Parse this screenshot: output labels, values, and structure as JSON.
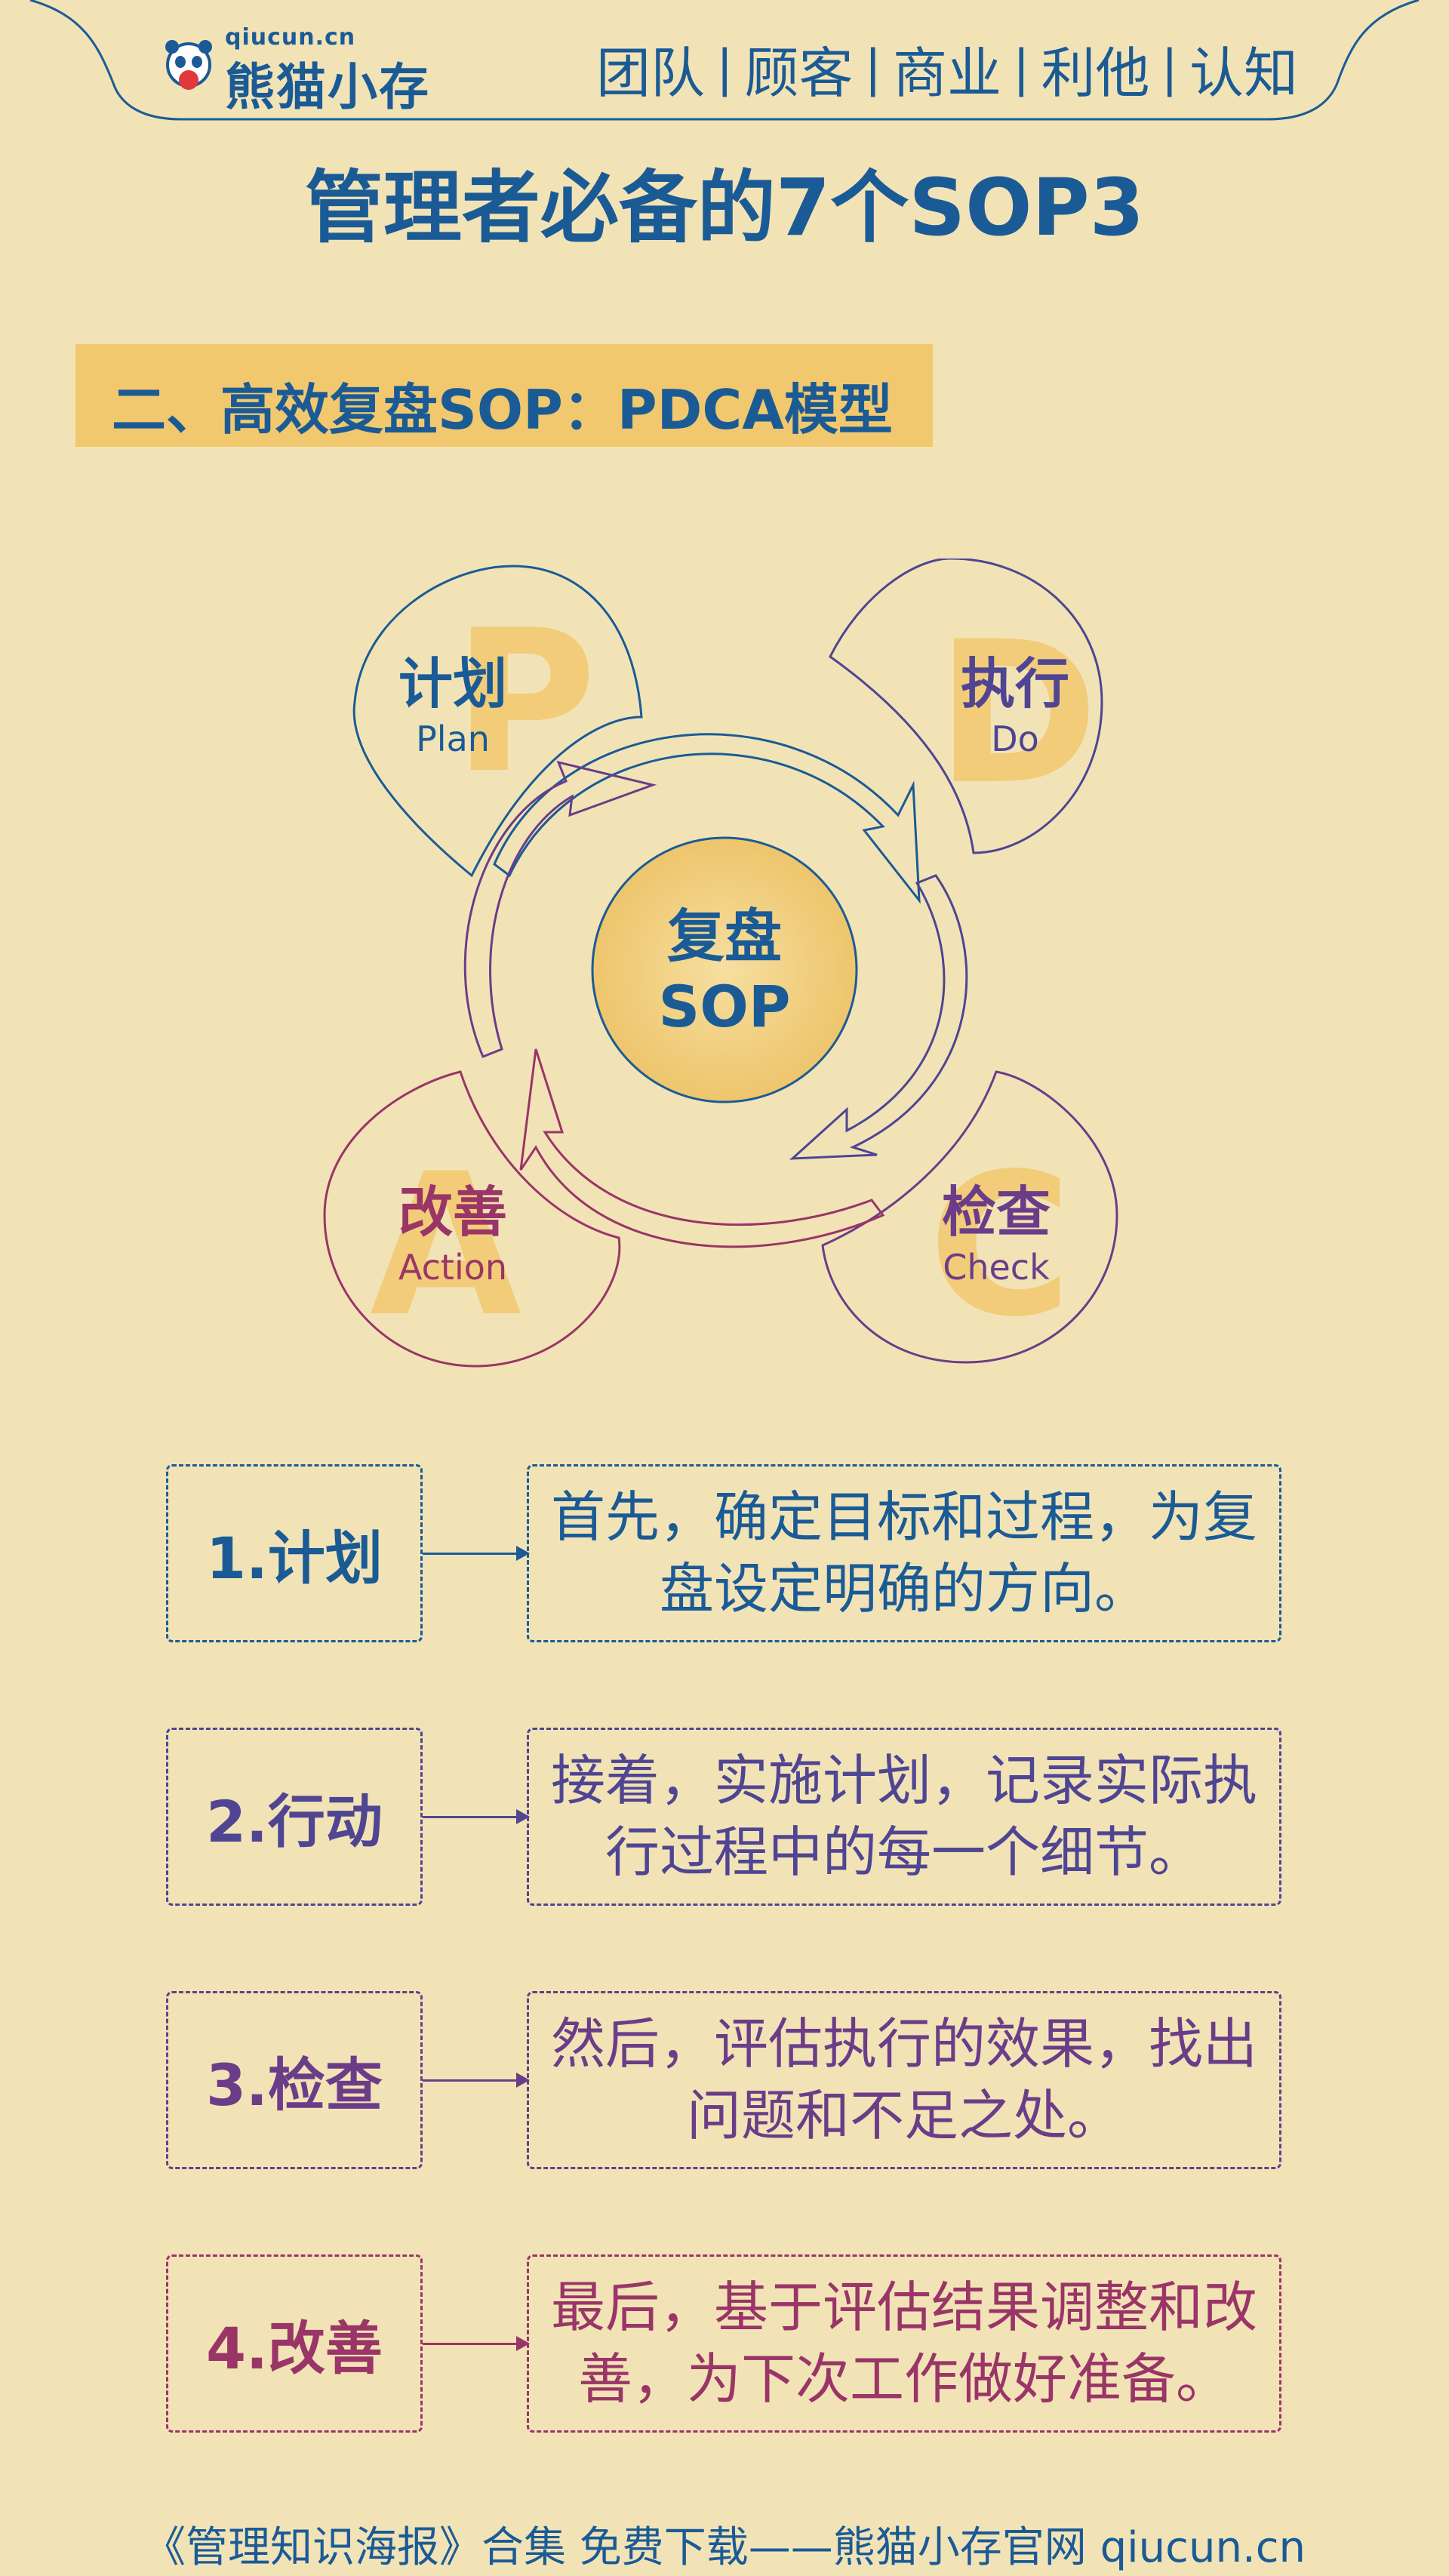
{
  "header": {
    "logo_domain": "qiucun.cn",
    "logo_name": "熊猫小存",
    "nav": [
      "团队",
      "顾客",
      "商业",
      "利他",
      "认知"
    ]
  },
  "title": "管理者必备的7个SOP3",
  "section_title": "二、高效复盘SOP：PDCA模型",
  "diagram": {
    "center": [
      "复盘",
      "SOP"
    ],
    "phases": [
      {
        "letter": "P",
        "cn": "计划",
        "en": "Plan",
        "color": "#1b5b95"
      },
      {
        "letter": "D",
        "cn": "执行",
        "en": "Do",
        "color": "#4f4592"
      },
      {
        "letter": "C",
        "cn": "检查",
        "en": "Check",
        "color": "#6b3d88"
      },
      {
        "letter": "A",
        "cn": "改善",
        "en": "Action",
        "color": "#9a3567"
      }
    ]
  },
  "steps": [
    {
      "label": "1.计划",
      "text": "首先，确定目标和过程，为复盘设定明确的方向。",
      "color": "#1b5b95"
    },
    {
      "label": "2.行动",
      "text": "接着，实施计划，记录实际执行过程中的每一个细节。",
      "color": "#4f4592"
    },
    {
      "label": "3.检查",
      "text": "然后，评估执行的效果，找出问题和不足之处。",
      "color": "#6b3d88"
    },
    {
      "label": "4.改善",
      "text": "最后，基于评估结果调整和改善，为下次工作做好准备。",
      "color": "#9a3567"
    }
  ],
  "footer": "《管理知识海报》合集 免费下载——熊猫小存官网 qiucun.cn",
  "colors": {
    "background": "#f2e3b7",
    "accent": "#f2c86f",
    "primary": "#1b5b95"
  }
}
